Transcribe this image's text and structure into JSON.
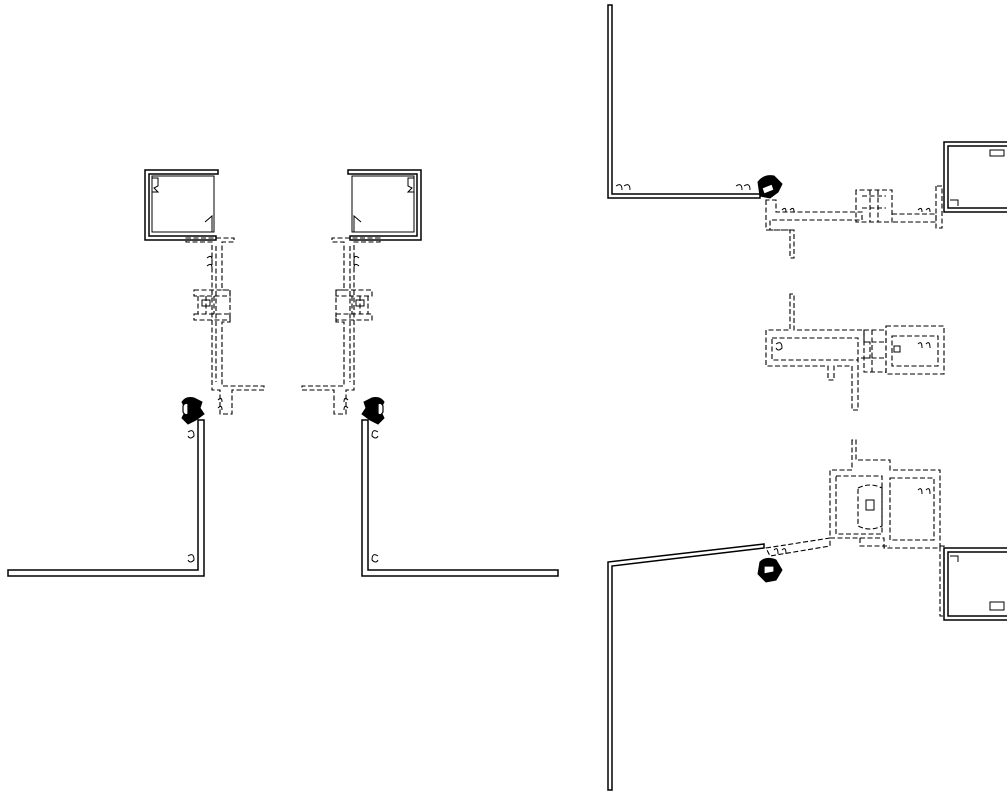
{
  "drawing": {
    "views": [
      {
        "id": "corner-left"
      },
      {
        "id": "corner-right"
      },
      {
        "id": "head-section"
      },
      {
        "id": "mullion-section"
      },
      {
        "id": "sill-section"
      }
    ]
  },
  "colors": {
    "line": "#000000",
    "background": "#ffffff"
  }
}
